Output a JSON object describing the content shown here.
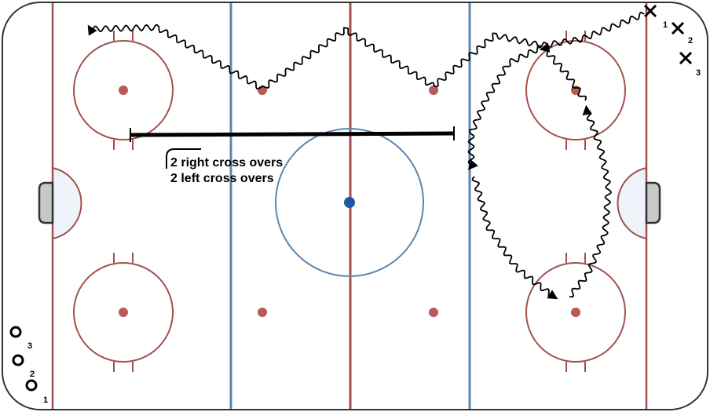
{
  "colors": {
    "board": "#333333",
    "red_line": "#a0504e",
    "blue_line": "#5b86ad",
    "center_dot": "#1f55a5",
    "faceoff_dot": "#b85a55",
    "crease_fill": "#eef3fa",
    "net_fill": "#c8c8c8",
    "skating_path": "#000000"
  },
  "annotation": {
    "line1": "2 right cross overs",
    "line2": "2 left cross overs"
  },
  "players_x": [
    {
      "label": "1",
      "icon": "x-marker-icon"
    },
    {
      "label": "2",
      "icon": "x-marker-icon"
    },
    {
      "label": "3",
      "icon": "x-marker-icon"
    }
  ],
  "players_o": [
    {
      "label": "3",
      "icon": "o-marker-icon"
    },
    {
      "label": "2",
      "icon": "o-marker-icon"
    },
    {
      "label": "1",
      "icon": "o-marker-icon"
    }
  ]
}
